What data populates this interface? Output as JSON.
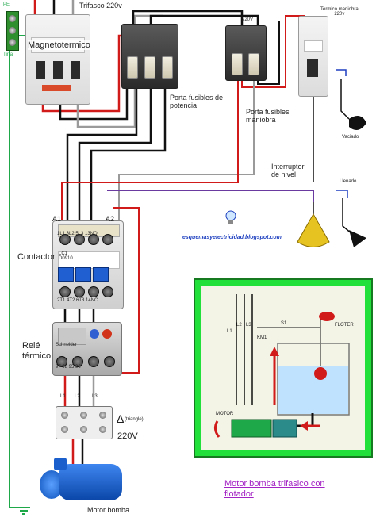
{
  "labels": {
    "pe": "PE",
    "tierra": "Tirra",
    "trifasico": "Trifasco 220v",
    "magnetotermico": "Magnetotermico",
    "porta_fusibles_potencia": "Porta fusibles de\npotencia",
    "porta_fusibles_maniobra": "Porta fusibles\nmaniobra",
    "v220_top": "220V",
    "termico_maniobra": "Termico maniobra\n220v",
    "vaciado": "Vaciado",
    "interruptor_nivel": "Interruptor\nde nivel",
    "llenado": "Llenado",
    "website": "esquemasyelectricidad.blogspot.com",
    "a1": "A1",
    "a2": "A2",
    "contactor_top_terms": "1L1  3L2  5L3  13NO",
    "contactor_bottom_terms": "2T1  4T2  6T3  14NC",
    "contactor": "Contactor",
    "rele": "Relé\ntérmico",
    "relay_terms": "97   98   95   96",
    "l1": "L1",
    "l2": "L2",
    "l3": "L3",
    "triangulo_symbol": "Δ",
    "triangulo_text": "(triangle)",
    "v220_motor": "220V",
    "motor_bomba": "Motor bomba",
    "titulo": "Motor bomba trifasico con\nflotador",
    "inset_s1": "S1",
    "inset_floter": "FLOTER",
    "inset_motor": "MOTOR",
    "inset_l1": "L1",
    "inset_l2": "L2",
    "inset_l3": "L3",
    "inset_km": "KM1",
    "contactor_lc1": "LC1\nD0910",
    "relay_brand": "Schneider"
  },
  "colors": {
    "wire_black": "#111111",
    "wire_red": "#d11a1a",
    "wire_grey": "#9a9a9a",
    "wire_green": "#1fa84a",
    "wire_purple": "#6a3aa0",
    "title_purple": "#a323c4",
    "web_blue": "#1d3fbf",
    "inset_green": "#22e03a"
  }
}
